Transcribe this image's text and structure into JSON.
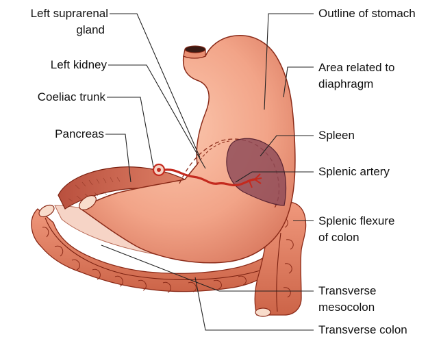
{
  "labels": {
    "left_suprarenal_line1": "Left suprarenal",
    "left_suprarenal_line2": "gland",
    "left_kidney": "Left kidney",
    "coeliac_trunk": "Coeliac trunk",
    "pancreas": "Pancreas",
    "outline_of_stomach": "Outline of stomach",
    "area_related_line1": "Area related to",
    "area_related_line2": "diaphragm",
    "spleen": "Spleen",
    "splenic_artery": "Splenic artery",
    "splenic_flexure_line1": "Splenic flexure",
    "splenic_flexure_line2": "of colon",
    "transverse_mesocolon_line1": "Transverse",
    "transverse_mesocolon_line2": "mesocolon",
    "transverse_colon": "Transverse colon"
  },
  "colors": {
    "stomach_fill": "#f2a488",
    "stomach_stroke": "#8a2a18",
    "colon_fill": "#e8876a",
    "pancreas_fill": "#d46a52",
    "spleen_fill": "#8e4a58",
    "artery": "#c42a1e",
    "leader_line": "#222222"
  }
}
